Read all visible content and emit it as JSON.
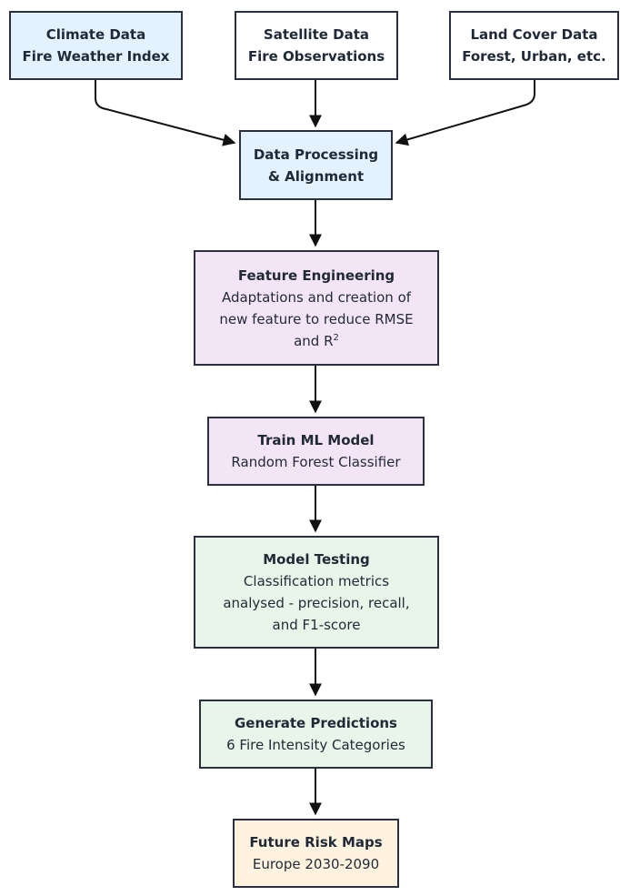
{
  "colors": {
    "blue": "#e3f2fd",
    "white": "#ffffff",
    "purple": "#f3e5f5",
    "green": "#e8f5e9",
    "orange": "#fff3e0",
    "border": "#2b3040"
  },
  "nodes": {
    "climate": {
      "title": "Climate Data",
      "sub": "Fire Weather Index"
    },
    "satellite": {
      "title": "Satellite Data",
      "sub": "Fire Observations"
    },
    "landcover": {
      "title": "Land Cover Data",
      "sub": "Forest, Urban, etc."
    },
    "processing": {
      "line1": "Data Processing",
      "line2": "& Alignment"
    },
    "feature": {
      "title": "Feature Engineering",
      "line1": "Adaptations and creation of",
      "line2": "new feature to reduce RMSE",
      "line3": "and R",
      "sup": "2"
    },
    "train": {
      "title": "Train ML Model",
      "sub": "Random Forest Classifier"
    },
    "testing": {
      "title": "Model Testing",
      "line1": "Classification metrics",
      "line2": "analysed - precision, recall,",
      "line3": "and F1-score"
    },
    "predictions": {
      "title": "Generate Predictions",
      "sub": "6 Fire Intensity Categories"
    },
    "risk": {
      "title": "Future Risk Maps",
      "sub": "Europe 2030-2090"
    }
  }
}
